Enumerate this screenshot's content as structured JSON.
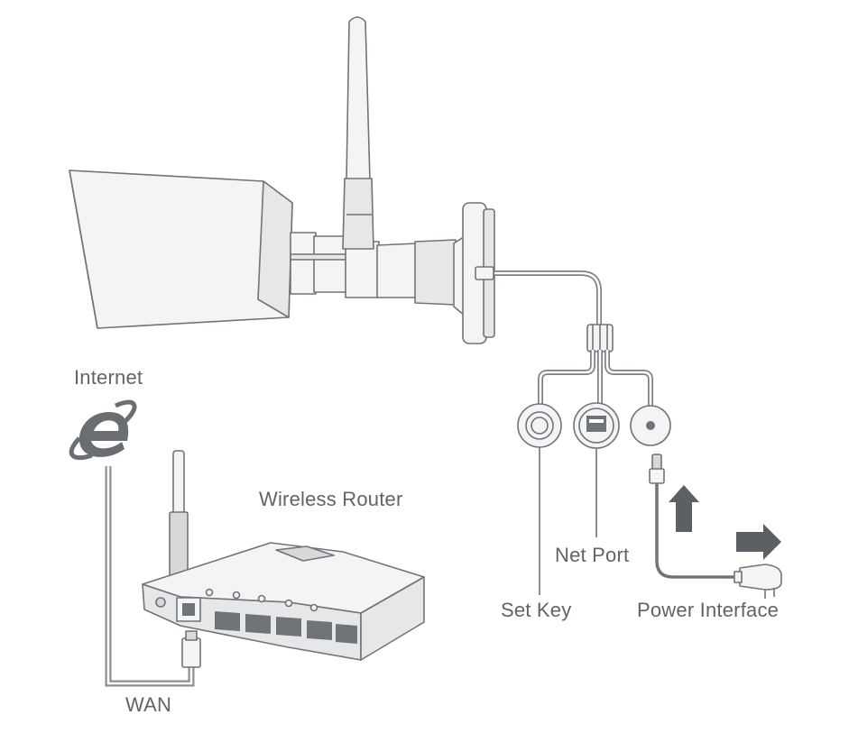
{
  "labels": {
    "internet": "Internet",
    "router": "Wireless Router",
    "wan": "WAN",
    "net_port": "Net Port",
    "set_key": "Set Key",
    "power_interface": "Power Interface"
  },
  "colors": {
    "line": "#707478",
    "fill_light": "#f3f4f5",
    "fill_mid": "#d9dbdd",
    "cable": "#8a8e92",
    "arrow": "#5c6064",
    "ie_logo": "#6a6e72"
  },
  "icons": {
    "internet": "ie-e-icon",
    "up_arrow": "arrow-up-icon",
    "right_arrow": "arrow-right-icon"
  }
}
